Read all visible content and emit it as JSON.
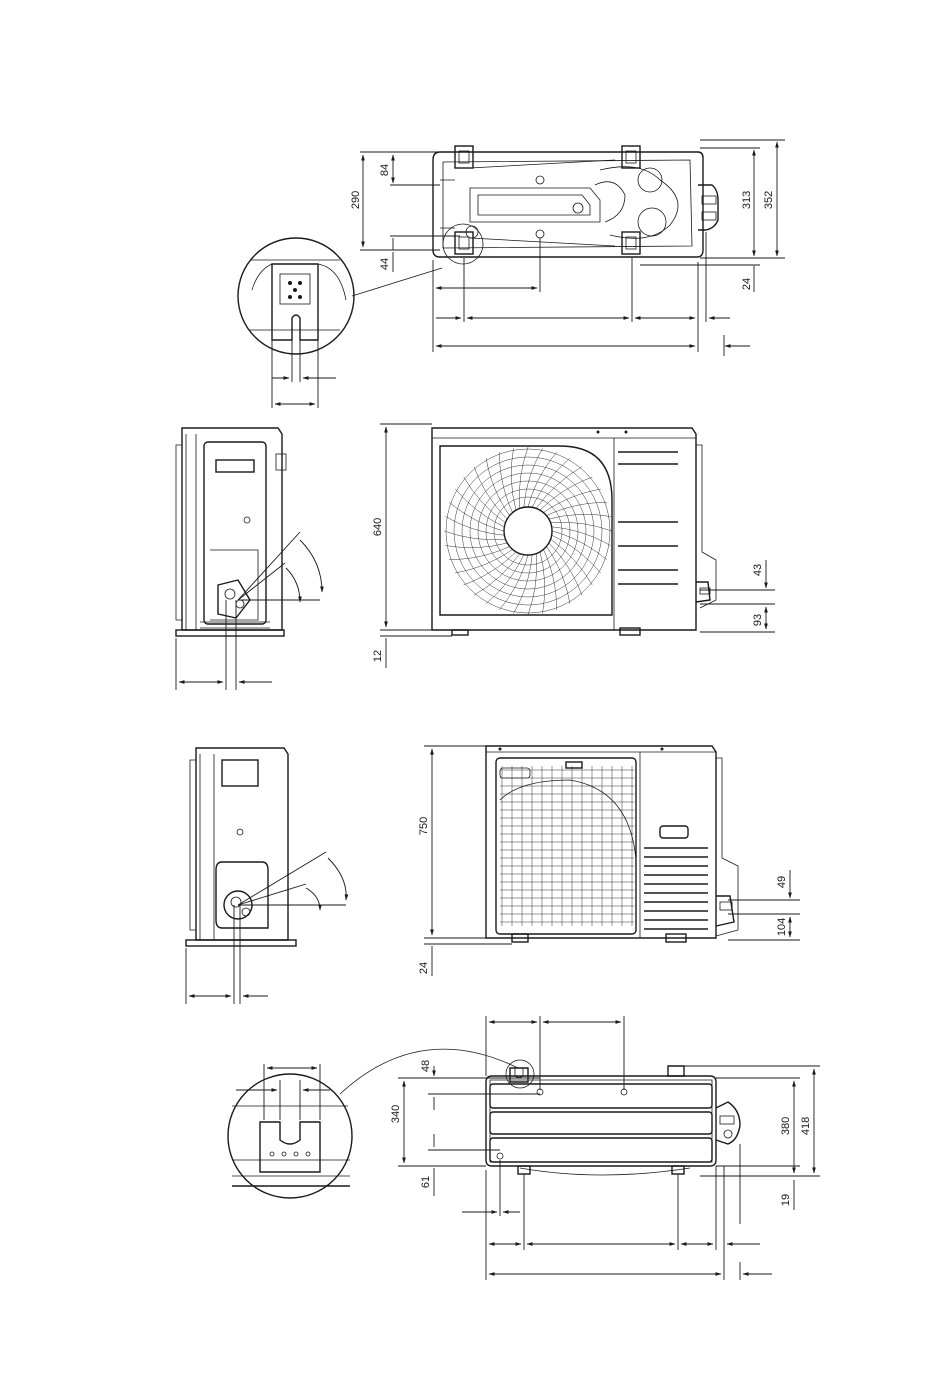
{
  "views": {
    "top_small": {
      "dims": {
        "d84": "84",
        "d290": "290",
        "d44": "44",
        "d313": "313",
        "d352": "352",
        "d24": "24"
      }
    },
    "front_small": {
      "dims": {
        "d640": "640",
        "d12": "12",
        "d43": "43",
        "d93": "93"
      }
    },
    "front_large": {
      "dims": {
        "d750": "750",
        "d24": "24",
        "d49": "49",
        "d104": "104"
      }
    },
    "top_large": {
      "dims": {
        "d48": "48",
        "d340": "340",
        "d61": "61",
        "d380": "380",
        "d418": "418",
        "d19": "19"
      }
    }
  }
}
